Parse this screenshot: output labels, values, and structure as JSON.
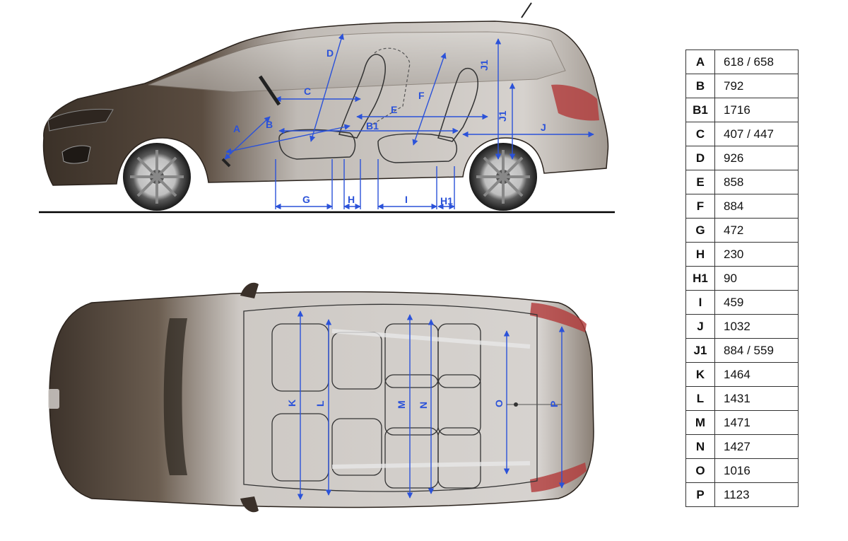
{
  "colors": {
    "car_body": "#4a3f35",
    "car_shadow": "#2a221c",
    "dimension_line": "#2b52d9",
    "ground_line": "#000000",
    "table_border": "#333333"
  },
  "side_view_labels": {
    "A": "A",
    "B": "B",
    "B1": "B1",
    "C": "C",
    "D": "D",
    "E": "E",
    "F": "F",
    "G": "G",
    "H": "H",
    "H1": "H1",
    "I": "I",
    "J": "J",
    "J1a": "J1",
    "J1b": "J1"
  },
  "top_view_labels": {
    "K": "K",
    "L": "L",
    "M": "M",
    "N": "N",
    "O": "O",
    "P": "P"
  },
  "dimensions_table": [
    {
      "key": "A",
      "value": "618 / 658"
    },
    {
      "key": "B",
      "value": "792"
    },
    {
      "key": "B1",
      "value": "1716"
    },
    {
      "key": "C",
      "value": "407 / 447"
    },
    {
      "key": "D",
      "value": "926"
    },
    {
      "key": "E",
      "value": "858"
    },
    {
      "key": "F",
      "value": "884"
    },
    {
      "key": "G",
      "value": "472"
    },
    {
      "key": "H",
      "value": "230"
    },
    {
      "key": "H1",
      "value": "90"
    },
    {
      "key": "I",
      "value": "459"
    },
    {
      "key": "J",
      "value": "1032"
    },
    {
      "key": "J1",
      "value": "884 / 559"
    },
    {
      "key": "K",
      "value": "1464"
    },
    {
      "key": "L",
      "value": "1431"
    },
    {
      "key": "M",
      "value": "1471"
    },
    {
      "key": "N",
      "value": "1427"
    },
    {
      "key": "O",
      "value": "1016"
    },
    {
      "key": "P",
      "value": "1123"
    }
  ]
}
